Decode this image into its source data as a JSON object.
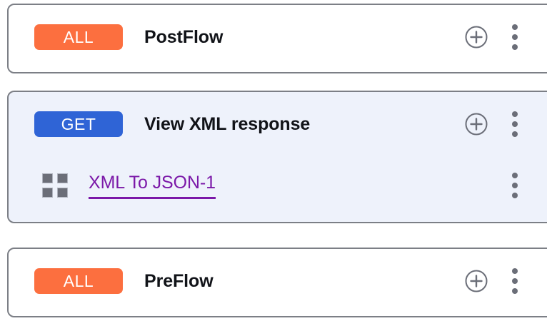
{
  "page": {
    "background_color": "#ffffff"
  },
  "colors": {
    "badge_all": "#fc6f3f",
    "badge_get": "#2f64d6",
    "card_border": "#7c7f86",
    "card_selected_background": "#eef2fb",
    "title_text": "#111318",
    "link_text": "#7b18a8",
    "icon_gray": "#6b6e78"
  },
  "flows": [
    {
      "id": "postflow",
      "selected": false,
      "method": "ALL",
      "method_style": "all",
      "title": "PostFlow",
      "add_icon": "plus-circle-icon",
      "menu_icon": "kebab-menu-icon",
      "children": []
    },
    {
      "id": "view-xml-response",
      "selected": true,
      "method": "GET",
      "method_style": "get",
      "title": "View XML response",
      "add_icon": "plus-circle-icon",
      "menu_icon": "kebab-menu-icon",
      "children": [
        {
          "id": "xml-to-json-1",
          "policy_icon": "grid-policy-icon",
          "label": "XML To JSON-1",
          "menu_icon": "kebab-menu-icon"
        }
      ]
    },
    {
      "id": "preflow",
      "selected": false,
      "method": "ALL",
      "method_style": "all",
      "title": "PreFlow",
      "add_icon": "plus-circle-icon",
      "menu_icon": "kebab-menu-icon",
      "children": []
    }
  ]
}
